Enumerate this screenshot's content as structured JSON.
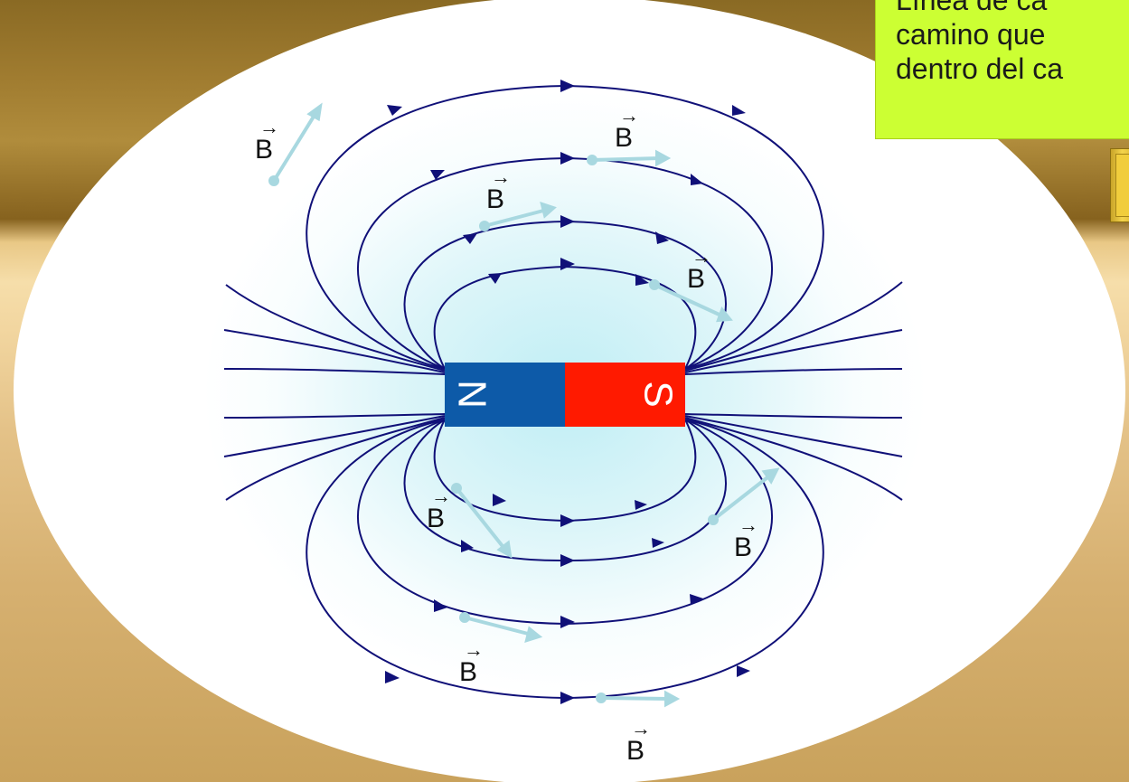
{
  "note": {
    "lines": [
      "Línea de ca",
      "camino que",
      "dentro del ca"
    ]
  },
  "magnet": {
    "north_label": "N",
    "south_label": "S",
    "north_color": "#0d5aa8",
    "south_color": "#ff1a00"
  },
  "field_vector_label": "B",
  "colors": {
    "field_line": "#101078",
    "vector": "#a8d8e0",
    "region": "#ffffff"
  },
  "icons": [
    "gold-tab-icon"
  ]
}
